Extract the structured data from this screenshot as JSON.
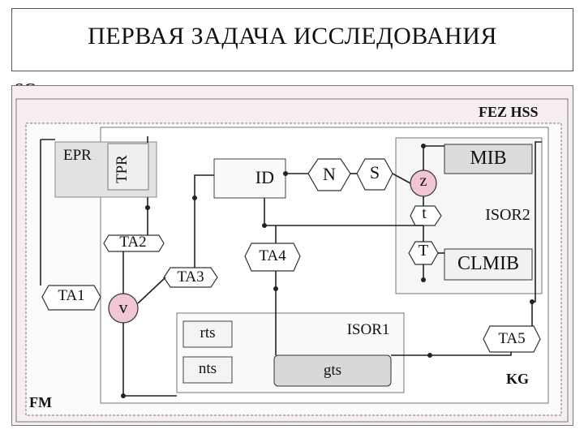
{
  "title": "ПЕРВАЯ ЗАДАЧА ИССЛЕДОВАНИЯ",
  "labels": {
    "sg": "SG",
    "fez_hss": "FEZ HSS",
    "fm": "FM",
    "kg": "KG",
    "epr": "EPR",
    "tpr": "TPR",
    "id": "ID",
    "n": "N",
    "s": "S",
    "z": "z",
    "t_small": "t",
    "t_big": "T",
    "mib": "MIB",
    "isor2": "ISOR2",
    "clmib": "CLMIB",
    "ta1": "TA1",
    "ta2": "TA2",
    "ta3": "TA3",
    "ta4": "TA4",
    "ta5": "TA5",
    "v": "v",
    "rts": "rts",
    "nts": "nts",
    "isor1": "ISOR1",
    "gts": "gts"
  },
  "colors": {
    "pink_node": "#f2c6d6",
    "outer_bg": "#f7efef",
    "gray_box": "#d8d8d8"
  }
}
